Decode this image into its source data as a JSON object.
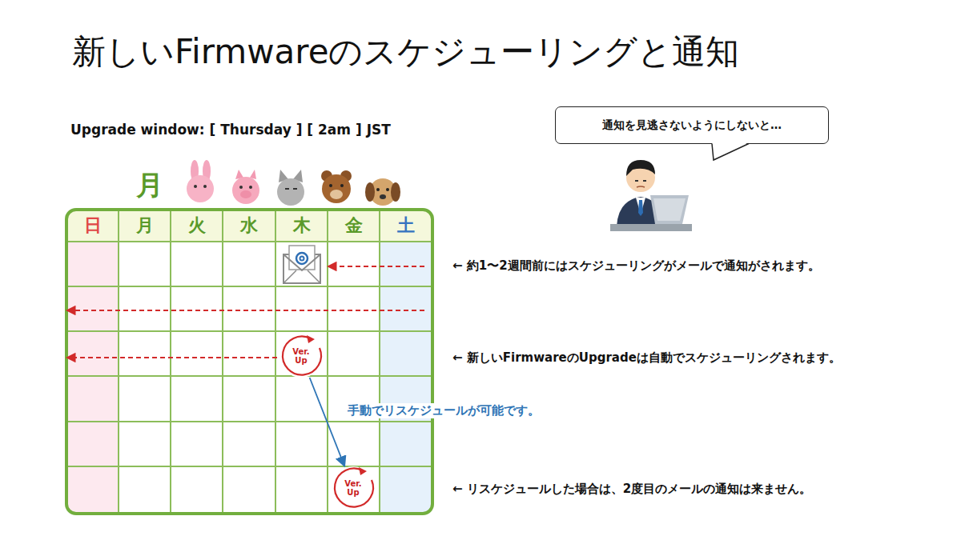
{
  "diagram": {
    "title": "新しいFirmwareのスケジューリングと通知",
    "nodes": [
      {
        "text": [
          "通知を見逃さないようにしないと…"
        ]
      },
      {
        "text": [
          "Ver. Up"
        ]
      },
      {
        "text": [
          "Ver. Up"
        ]
      }
    ],
    "edges": [
      {
        "from": 1,
        "to": 2,
        "arrow": "to",
        "label": "手動でリスケジュールが可能です。"
      }
    ],
    "labels": [
      "Upgrade window: [ Thursday ] [ 2am ] JST",
      "月",
      "日",
      "月",
      "火",
      "水",
      "木",
      "金",
      "土",
      "← 約1〜2週間前にはスケジューリングがメールで通知がされます。",
      "← 新しいFirmwareのUpgradeは自動でスケジューリングされます。",
      "← リスケジュールした場合は、2度目のメールの通知は来ません。"
    ]
  }
}
